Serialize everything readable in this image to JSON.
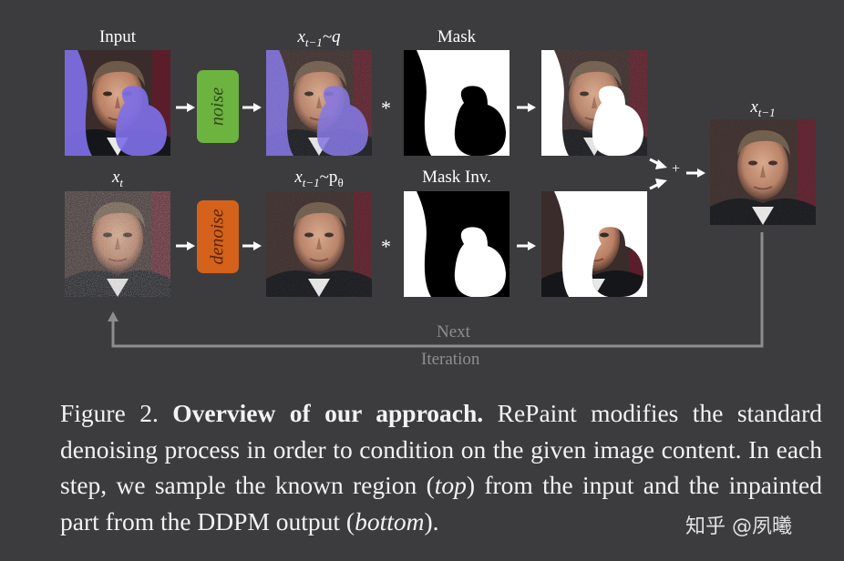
{
  "figure": {
    "labels": {
      "input": "Input",
      "x_q": "x",
      "x_q_sub": "t−1",
      "x_q_rest": "~q",
      "mask": "Mask",
      "x_t": "x",
      "x_t_sub": "t",
      "x_p": "x",
      "x_p_sub": "t−1",
      "x_p_rest": "~p",
      "x_p_theta": "θ",
      "mask_inv": "Mask Inv.",
      "x_out": "x",
      "x_out_sub": "t−1"
    },
    "blocks": {
      "noise": "noise",
      "denoise": "denoise"
    },
    "ops": {
      "multiply_top": "*",
      "multiply_bottom": "*",
      "plus": "+"
    },
    "loop_label_line1": "Next",
    "loop_label_line2": "Iteration",
    "colors": {
      "noise_block": "#6db33f",
      "denoise_block": "#d4621a",
      "mask_purple": "#7e6fe6",
      "background": "#3c3c3e"
    }
  },
  "caption": {
    "prefix": "Figure 2.",
    "bold": "Overview of our approach.",
    "body": "RePaint modifies the standard denoising process in order to condition on the given image content. In each step, we sample the known region (",
    "italic1": "top",
    "mid": ") from the input and the inpainted part from the DDPM output (",
    "italic2": "bottom",
    "end": ")."
  },
  "watermark": "知乎 @夙曦"
}
